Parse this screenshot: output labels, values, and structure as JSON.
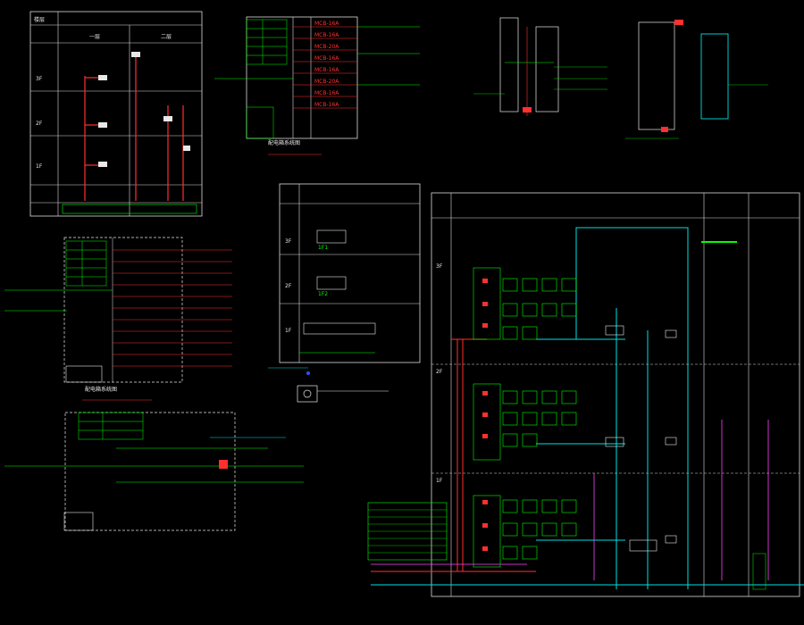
{
  "floors": [
    "3F",
    "2F",
    "1F"
  ],
  "floors_alt": [
    "3F",
    "2F",
    "1F"
  ],
  "riser_floor_labels": [
    "3F",
    "2F",
    "1F"
  ],
  "mid_symbols": {
    "row1": "1F1",
    "row2": "1F2"
  },
  "colors": {
    "background": "#000000",
    "frame": "#dcdcdc",
    "green": "#00ff00",
    "red": "#ff3030",
    "yellow": "#ffff00",
    "cyan": "#00e0e0",
    "magenta": "#ff40ff"
  }
}
